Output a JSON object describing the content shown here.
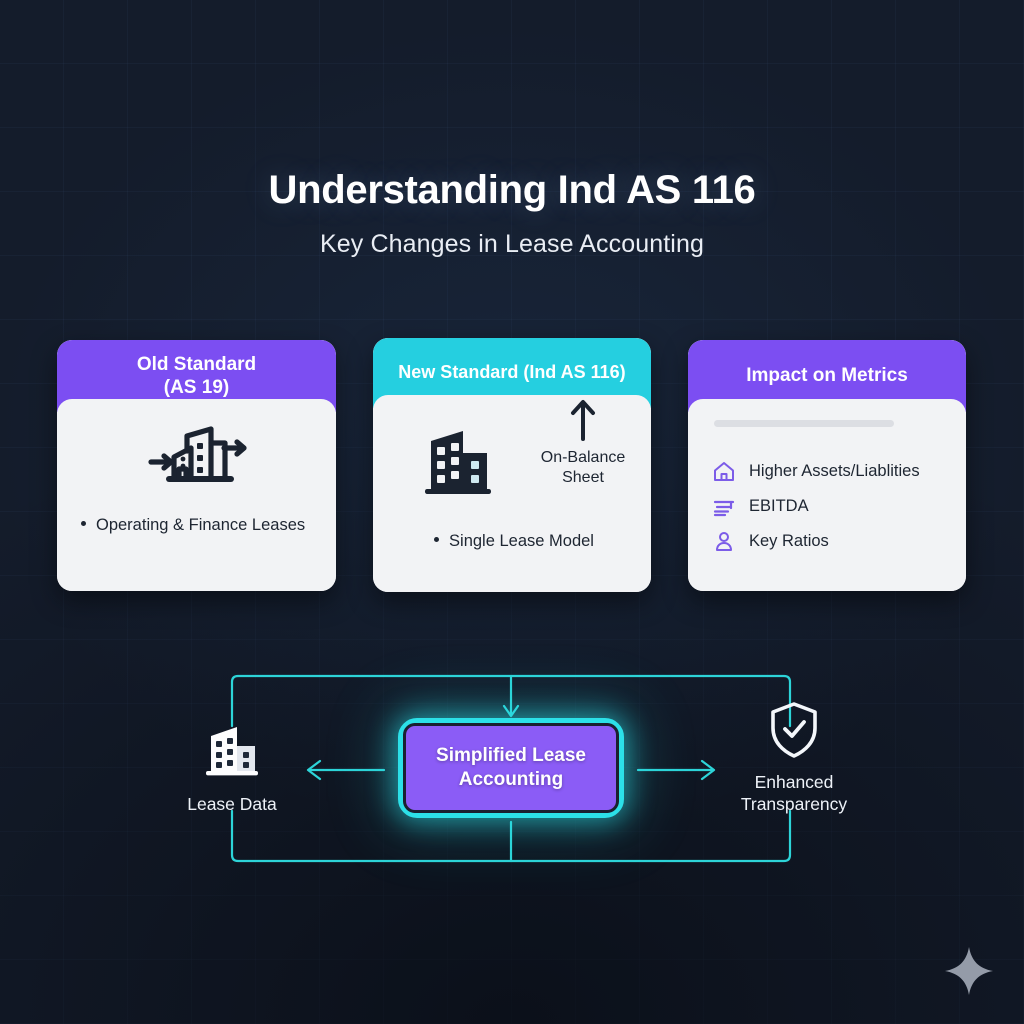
{
  "header": {
    "title": "Understanding Ind AS 116",
    "subtitle": "Key Changes in Lease Accounting"
  },
  "cards": [
    {
      "id": "old-standard",
      "title": "Old Standard\n(AS 19)",
      "title_line1": "Old Standard",
      "title_line2": "(AS 19)",
      "header_color": "#7c4ef2",
      "icon": "two-buildings-transfer-icon",
      "bullets": [
        "Operating & Finance Leases"
      ]
    },
    {
      "id": "new-standard",
      "title": "New Standard (Ind AS 116)",
      "header_color": "#25cfe0",
      "icon": "building-solid-icon",
      "annotation": "On-Balance\nSheet",
      "annotation_line1": "On-Balance",
      "annotation_line2": "Sheet",
      "annotation_arrow": "arrow-up-icon",
      "bullets": [
        "Single Lease Model"
      ]
    },
    {
      "id": "impact-on-metrics",
      "title": "Impact on Metrics",
      "header_color": "#7c4ef2",
      "metrics": [
        {
          "icon": "home-icon",
          "label": "Higher Assets/Liablities"
        },
        {
          "icon": "bars-icon",
          "label": "EBITDA"
        },
        {
          "icon": "person-icon",
          "label": "Key Ratios"
        }
      ]
    }
  ],
  "flow": {
    "center": {
      "label": "Simplified Lease Accounting",
      "label_line1": "Simplified Lease",
      "label_line2": "Accounting",
      "fill_color": "#8b5cf6",
      "border_color": "#2ce0e8"
    },
    "left": {
      "icon": "building-white-icon",
      "label": "Lease Data"
    },
    "right": {
      "icon": "shield-check-icon",
      "label_line1": "Enhanced",
      "label_line2": "Transparency",
      "label": "Enhanced Transparency"
    },
    "connector_color": "#2dd4d8"
  },
  "watermark": {
    "icon": "sparkle-icon",
    "color": "#949ba8"
  },
  "theme": {
    "background": "#141c2b",
    "card_body": "#f2f3f5",
    "purple": "#7c4ef2",
    "teal": "#25cfe0",
    "text_dark": "#1e2632",
    "text_light": "#ffffff"
  }
}
